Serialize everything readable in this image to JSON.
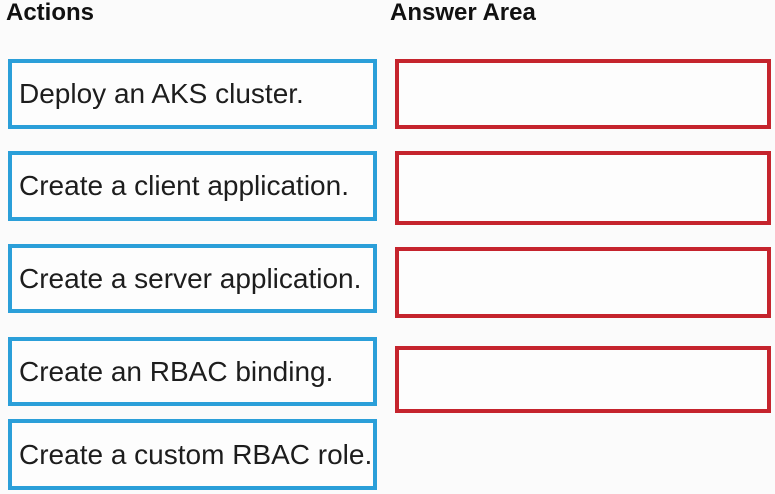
{
  "actions_column": {
    "header": "Actions",
    "items": [
      {
        "label": "Deploy an AKS cluster."
      },
      {
        "label": "Create a client application."
      },
      {
        "label": "Create a server application."
      },
      {
        "label": "Create an RBAC binding."
      },
      {
        "label": "Create a custom RBAC role."
      }
    ]
  },
  "answer_column": {
    "header": "Answer Area",
    "slot_count": 4
  },
  "colors": {
    "action_box_border": "#2b9fd9",
    "answer_box_border": "#c5242d",
    "text": "#1d1d1d",
    "background": "#fbfbfb"
  }
}
